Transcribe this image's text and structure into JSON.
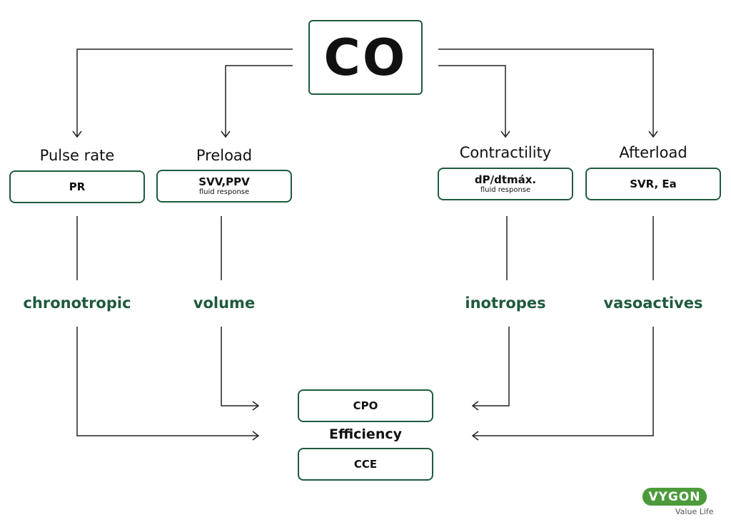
{
  "center": {
    "label": "CO"
  },
  "categories": [
    {
      "heading": "Pulse rate",
      "box_main": "PR",
      "box_sub": "",
      "treatment": "chronotropic"
    },
    {
      "heading": "Preload",
      "box_main": "SVV,PPV",
      "box_sub": "fluid response",
      "treatment": "volume"
    },
    {
      "heading": "Contractility",
      "box_main": "dP/dtmáx.",
      "box_sub": "fluid response",
      "treatment": "inotropes"
    },
    {
      "heading": "Afterload",
      "box_main": "SVR, Ea",
      "box_sub": "",
      "treatment": "vasoactives"
    }
  ],
  "outputs": {
    "top": "CPO",
    "middle": "Efficiency",
    "bottom": "CCE"
  },
  "brand": {
    "logo": "VYGON",
    "tagline": "Value Life"
  },
  "colors": {
    "accent": "#1f5a3e",
    "line": "#222222",
    "logo": "#4c9b3b"
  }
}
